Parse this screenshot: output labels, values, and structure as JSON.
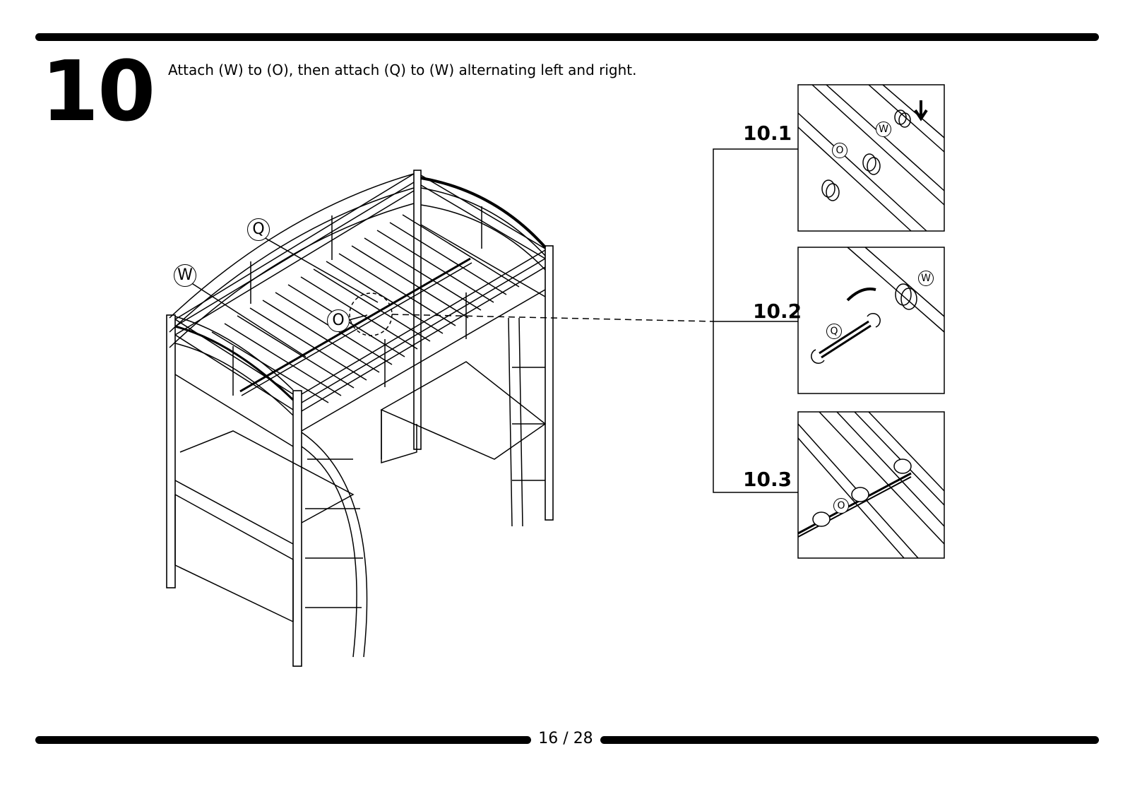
{
  "step": {
    "number": "10",
    "instruction": "Attach (W) to (O), then attach (Q) to (W) alternating left and right."
  },
  "callouts": {
    "q": "Q",
    "w": "W",
    "o": "O"
  },
  "detail_views": [
    {
      "label": "10.1",
      "parts": [
        "O",
        "W"
      ]
    },
    {
      "label": "10.2",
      "parts": [
        "Q",
        "W"
      ]
    },
    {
      "label": "10.3",
      "parts": [
        "O"
      ]
    }
  ],
  "footer": {
    "page": "16 / 28"
  }
}
